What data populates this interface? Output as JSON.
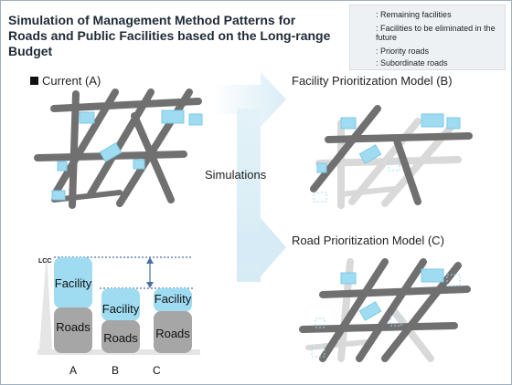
{
  "title": "Simulation of Management Method Patterns for Roads and Public Facilities based on the Long-range Budget",
  "legend": {
    "remaining_facilities": "Remaining facilities",
    "facilities_eliminated": "Facilities to be eliminated in the future",
    "priority_roads": "Priority roads",
    "subordinate_roads": "Subordinate roads",
    "separator": ":"
  },
  "current_label": "Current (A)",
  "facility_model_label": "Facility Prioritization Model (B)",
  "road_model_label": "Road Prioritization Model (C)",
  "simulations_label": "Simulations",
  "lcc_label": "LCC",
  "bars": {
    "facility_label": "Facility",
    "roads_label": "Roads",
    "categories": [
      "A",
      "B",
      "C"
    ]
  },
  "colors": {
    "facility": "#9fdcf2",
    "roads_block": "#a6a6a6",
    "priority_road": "#707070",
    "subordinate_road": "#d9d9d9",
    "arrow": "#ddeef6"
  }
}
